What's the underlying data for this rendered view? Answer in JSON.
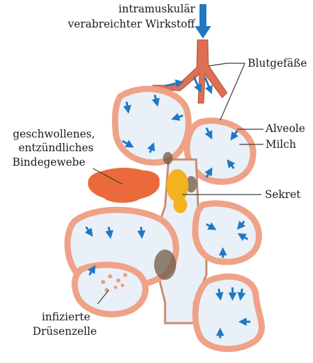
{
  "labels": {
    "injection_line1": "intramuskulär",
    "injection_line2": "verabreichter Wirkstoff",
    "blood_vessels": "Blutgefäße",
    "alveole": "Alveole",
    "milk": "Milch",
    "inflamed_line1": "geschwollenes,",
    "inflamed_line2": "entzündliches",
    "inflamed_line3": "Bindegewebe",
    "secretion": "Sekret",
    "infected_line1": "infizierte",
    "infected_line2": "Drüsenzelle"
  },
  "colors": {
    "arrow": "#1f78c4",
    "vessel": "#dd6f52",
    "cell": "#efa288",
    "tissue": "#ea6a3c",
    "secretion": "#f4b21e",
    "milk": "#e9f0f7"
  }
}
